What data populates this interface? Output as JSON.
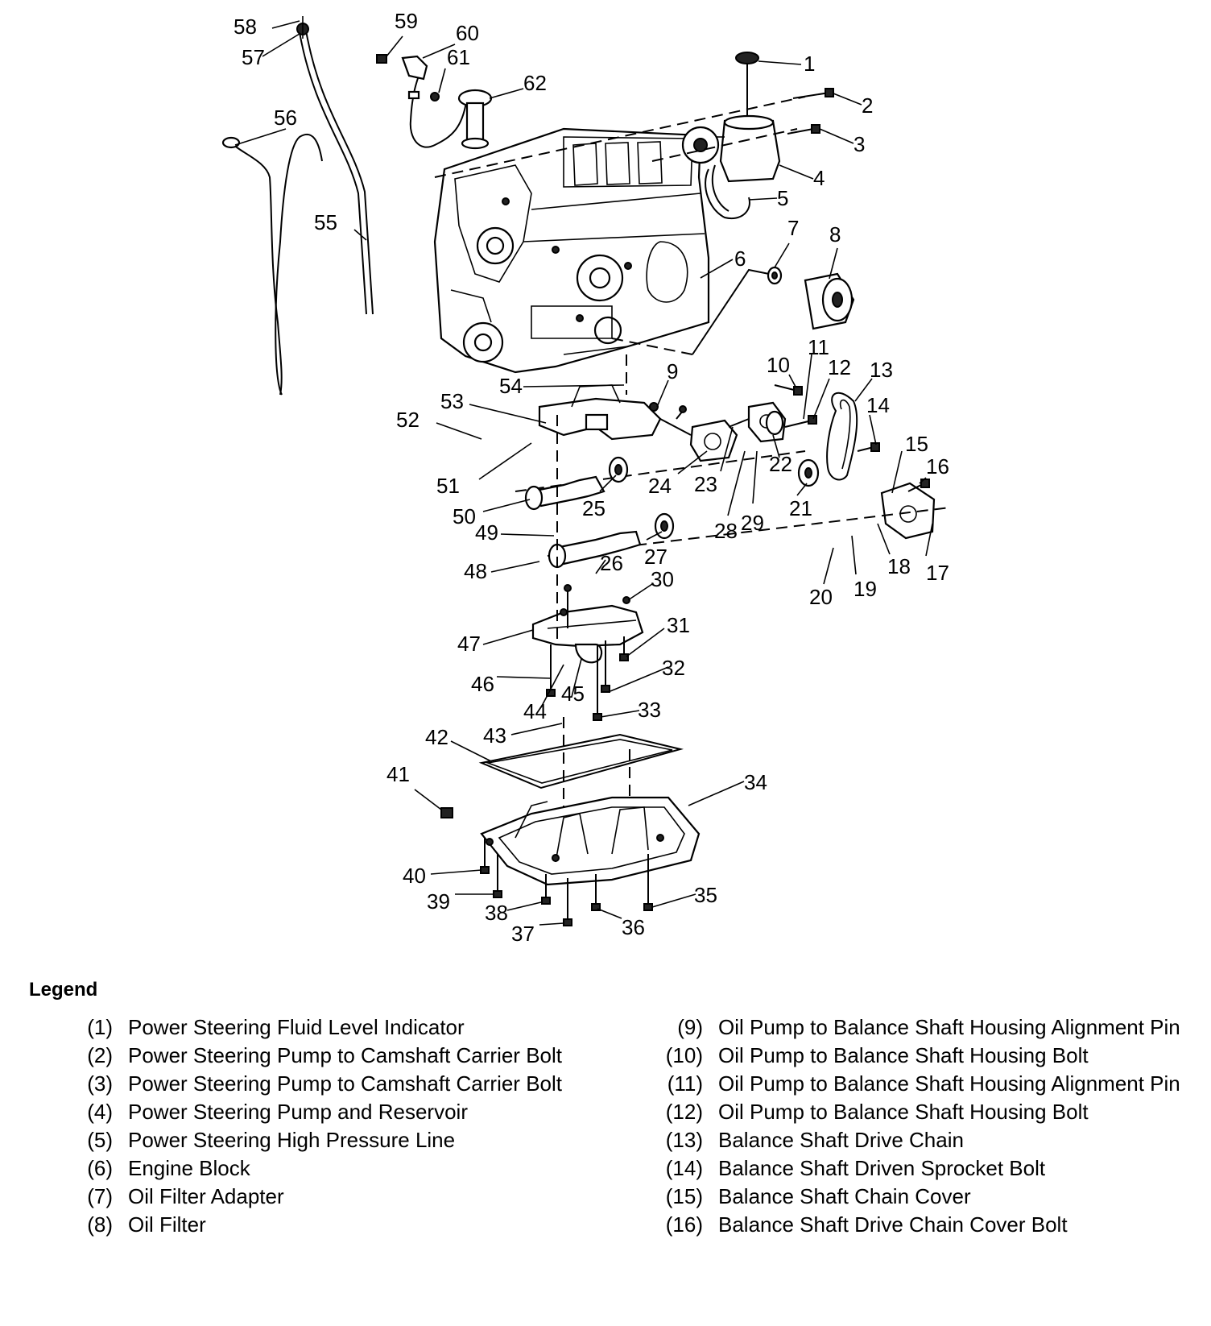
{
  "legend_title": "Legend",
  "callouts": [
    "1",
    "2",
    "3",
    "4",
    "5",
    "6",
    "7",
    "8",
    "9",
    "10",
    "11",
    "12",
    "13",
    "14",
    "15",
    "16",
    "17",
    "18",
    "19",
    "20",
    "21",
    "22",
    "23",
    "24",
    "25",
    "26",
    "27",
    "28",
    "29",
    "30",
    "31",
    "32",
    "33",
    "34",
    "35",
    "36",
    "37",
    "38",
    "39",
    "40",
    "41",
    "42",
    "43",
    "44",
    "45",
    "46",
    "47",
    "48",
    "49",
    "50",
    "51",
    "52",
    "53",
    "54",
    "55",
    "56",
    "57",
    "58",
    "59",
    "60",
    "61",
    "62"
  ],
  "legend_left": [
    {
      "num": "(1)",
      "text": "Power Steering Fluid Level Indicator"
    },
    {
      "num": "(2)",
      "text": "Power Steering Pump to Camshaft Carrier Bolt"
    },
    {
      "num": "(3)",
      "text": "Power Steering Pump to Camshaft Carrier Bolt"
    },
    {
      "num": "(4)",
      "text": "Power Steering Pump and Reservoir"
    },
    {
      "num": "(5)",
      "text": "Power Steering High Pressure Line"
    },
    {
      "num": "(6)",
      "text": "Engine Block"
    },
    {
      "num": "(7)",
      "text": "Oil Filter Adapter"
    },
    {
      "num": "(8)",
      "text": "Oil Filter"
    }
  ],
  "legend_right": [
    {
      "num": "(9)",
      "text": "Oil Pump to Balance Shaft Housing Alignment Pin"
    },
    {
      "num": "(10)",
      "text": "Oil Pump to Balance Shaft Housing Bolt"
    },
    {
      "num": "(11)",
      "text": "Oil Pump to Balance Shaft Housing Alignment Pin"
    },
    {
      "num": "(12)",
      "text": "Oil Pump to Balance Shaft Housing Bolt"
    },
    {
      "num": "(13)",
      "text": "Balance Shaft Drive Chain"
    },
    {
      "num": "(14)",
      "text": "Balance Shaft Driven Sprocket Bolt"
    },
    {
      "num": "(15)",
      "text": "Balance Shaft Chain Cover"
    },
    {
      "num": "(16)",
      "text": "Balance Shaft Drive Chain Cover Bolt"
    }
  ]
}
